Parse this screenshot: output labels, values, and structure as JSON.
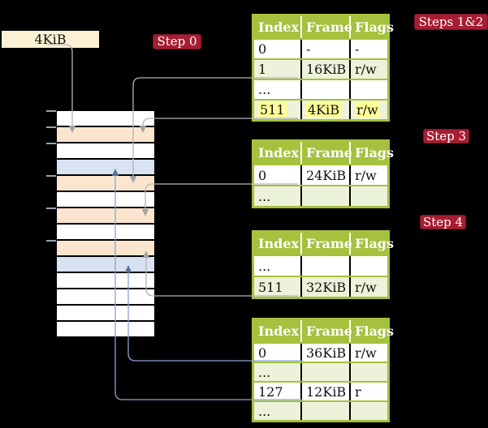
{
  "memory_box": {
    "label": "4KiB"
  },
  "steps": [
    {
      "label": "Step 0"
    },
    {
      "label": "Steps 1&2"
    },
    {
      "label": "Step 3"
    },
    {
      "label": "Step 4"
    }
  ],
  "memory_stack": {
    "rows": [
      "white",
      "orange",
      "white",
      "blue",
      "orange",
      "white",
      "orange",
      "white",
      "orange",
      "blue",
      "white",
      "white",
      "white",
      "white"
    ],
    "tick_rows": [
      0,
      1,
      2,
      4,
      6,
      8
    ]
  },
  "tables": [
    {
      "name": "page-table-steps-1-2",
      "columns": [
        "Index",
        "Frame",
        "Flags"
      ],
      "rows": [
        {
          "cells": [
            "0",
            "-",
            "-"
          ],
          "shade": "white",
          "highlight": false
        },
        {
          "cells": [
            "1",
            "16KiB",
            "r/w"
          ],
          "shade": "green",
          "highlight": false
        },
        {
          "cells": [
            "...",
            "",
            ""
          ],
          "shade": "white",
          "highlight": false
        },
        {
          "cells": [
            "511",
            "4KiB",
            "r/w"
          ],
          "shade": "green",
          "highlight": true
        }
      ]
    },
    {
      "name": "page-table-step-3",
      "columns": [
        "Index",
        "Frame",
        "Flags"
      ],
      "rows": [
        {
          "cells": [
            "0",
            "24KiB",
            "r/w"
          ],
          "shade": "white",
          "highlight": false
        },
        {
          "cells": [
            "...",
            "",
            ""
          ],
          "shade": "green",
          "highlight": false
        }
      ]
    },
    {
      "name": "page-table-step-4",
      "columns": [
        "Index",
        "Frame",
        "Flags"
      ],
      "rows": [
        {
          "cells": [
            "...",
            "",
            ""
          ],
          "shade": "white",
          "highlight": false
        },
        {
          "cells": [
            "511",
            "32KiB",
            "r/w"
          ],
          "shade": "green",
          "highlight": false
        }
      ]
    },
    {
      "name": "page-table-final",
      "columns": [
        "Index",
        "Frame",
        "Flags"
      ],
      "rows": [
        {
          "cells": [
            "0",
            "36KiB",
            "r/w"
          ],
          "shade": "white",
          "highlight": false
        },
        {
          "cells": [
            "...",
            "",
            ""
          ],
          "shade": "green",
          "highlight": false
        },
        {
          "cells": [
            "127",
            "12KiB",
            "r"
          ],
          "shade": "white",
          "highlight": false
        },
        {
          "cells": [
            "...",
            "",
            ""
          ],
          "shade": "green",
          "highlight": false
        }
      ]
    }
  ],
  "connectors": [
    {
      "id": "A",
      "from": "4KiB-box",
      "to": "memory-frame-4KiB",
      "color": "gray"
    },
    {
      "id": "B",
      "from": "table1-entry-1",
      "to": "memory-frame-16KiB",
      "color": "gray"
    },
    {
      "id": "C",
      "from": "table1-entry-511",
      "to": "memory-frame-4KiB",
      "color": "gray"
    },
    {
      "id": "D",
      "from": "table2-entry-0",
      "to": "memory-frame-24KiB",
      "color": "gray"
    },
    {
      "id": "E",
      "from": "table3-entry-511",
      "to": "memory-frame-32KiB",
      "color": "gray"
    },
    {
      "id": "F",
      "from": "table4-entry-0",
      "to": "memory-frame-36KiB",
      "color": "blue"
    },
    {
      "id": "G",
      "from": "table4-entry-127",
      "to": "memory-frame-12KiB",
      "color": "blue"
    }
  ],
  "colors": {
    "background": "#000000",
    "table_green": "#a5c13e",
    "row_green": "#edf2da",
    "row_orange": "#fbe5ce",
    "row_blue": "#d8e2f2",
    "step_red": "#a51e33",
    "box_cream": "#fdf1d3",
    "highlight_yellow": "#ffff99",
    "line_gray": "#b4b4b4",
    "head_gray": "#a3a3a3",
    "line_blue": "#8ba2cf",
    "head_blue": "#54719f"
  }
}
